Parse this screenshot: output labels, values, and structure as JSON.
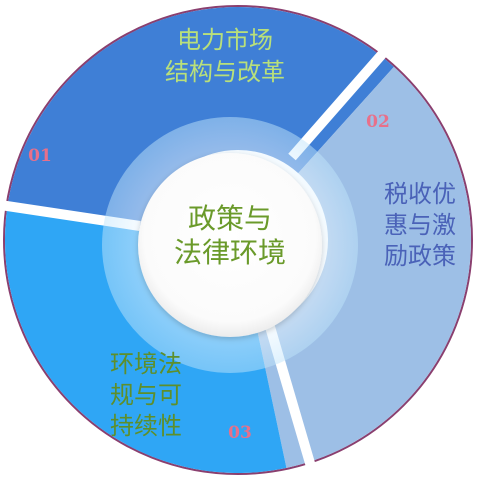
{
  "center": {
    "line1": "政策与",
    "line2": "法律环境"
  },
  "segments": [
    {
      "number": "01",
      "lines": [
        "电力市场",
        "结构与改革"
      ],
      "fill": "#3f7fd6",
      "text_color": "#b9e07a"
    },
    {
      "number": "02",
      "lines": [
        "税收优",
        "惠与激",
        "励政策"
      ],
      "fill": "#9dbfe6",
      "text_color": "#4a62b8"
    },
    {
      "number": "03",
      "lines": [
        "环境法",
        "规与可",
        "持续性"
      ],
      "fill": "#2fa6f5",
      "text_color": "#5e8f2a"
    }
  ],
  "colors": {
    "ring_outline": "#8a3f6f",
    "inner_ring": "#9fd0f0",
    "center_fill": "#ffffff",
    "center_text": "#6a9a2a",
    "number_color": "#e8708a",
    "gap": "#ffffff"
  }
}
